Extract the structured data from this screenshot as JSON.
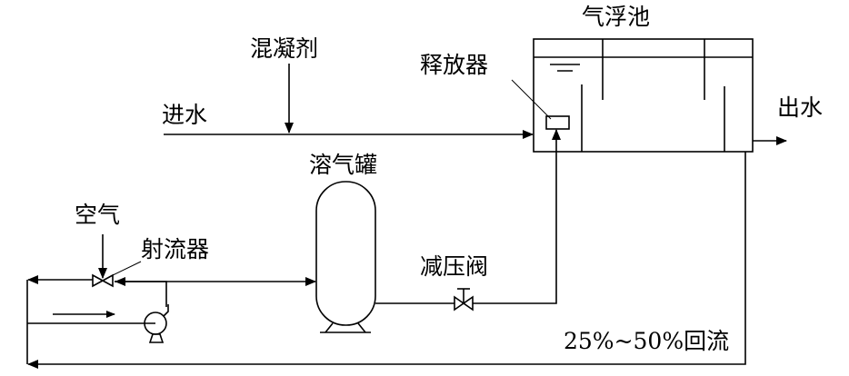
{
  "labels": {
    "flotation_tank": "气浮池",
    "coagulant": "混凝剂",
    "releaser": "释放器",
    "inlet_water": "进水",
    "outlet_water": "出水",
    "dissolved_air_tank": "溶气罐",
    "air": "空气",
    "ejector": "射流器",
    "pressure_reducing_valve": "减压阀",
    "recycle": "25%~50%回流"
  }
}
